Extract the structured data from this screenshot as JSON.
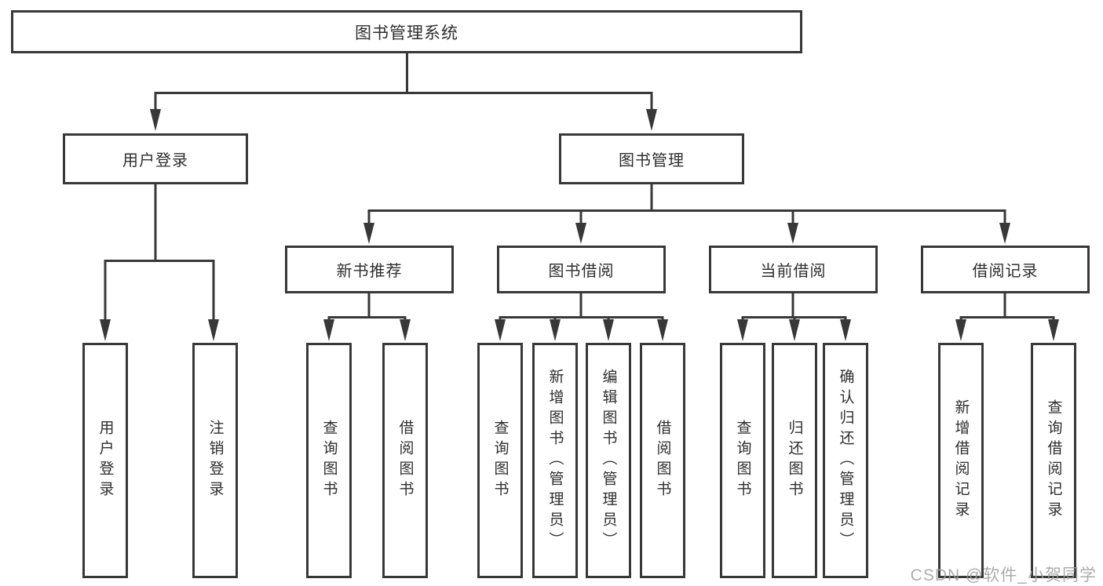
{
  "diagram": {
    "title": "图书管理系统",
    "branches": [
      {
        "label": "用户登录",
        "children": [
          {
            "label": "用户登录"
          },
          {
            "label": "注销登录"
          }
        ]
      },
      {
        "label": "图书管理",
        "children": [
          {
            "label": "新书推荐",
            "children": [
              {
                "label": "查询图书"
              },
              {
                "label": "借阅图书"
              }
            ]
          },
          {
            "label": "图书借阅",
            "children": [
              {
                "label": "查询图书"
              },
              {
                "label": "新增图书（管理员）"
              },
              {
                "label": "编辑图书（管理员）"
              },
              {
                "label": "借阅图书"
              }
            ]
          },
          {
            "label": "当前借阅",
            "children": [
              {
                "label": "查询图书"
              },
              {
                "label": "归还图书"
              },
              {
                "label": "确认归还（管理员）"
              }
            ]
          },
          {
            "label": "借阅记录",
            "children": [
              {
                "label": "新增借阅记录"
              },
              {
                "label": "查询借阅记录"
              }
            ]
          }
        ]
      }
    ]
  },
  "watermark": "CSDN @软件_小贺同学",
  "colors": {
    "line": "#383838",
    "text": "#2e2e2e",
    "background": "#ffffff",
    "watermark": "#9e9e9e"
  }
}
